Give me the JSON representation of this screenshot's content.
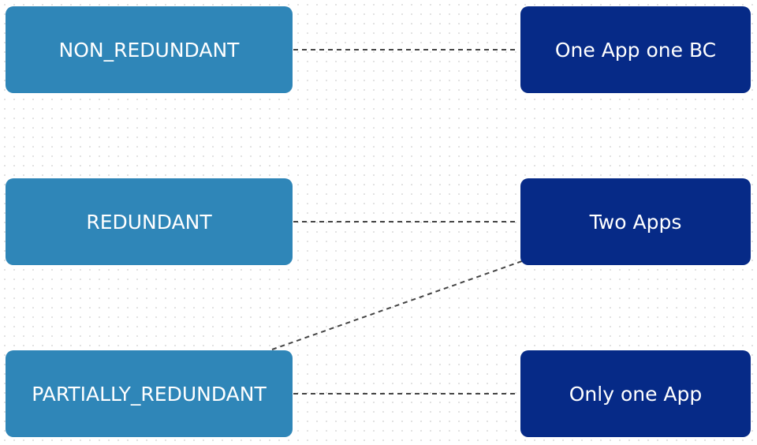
{
  "diagram": {
    "left_nodes": [
      {
        "label": "NON_REDUNDANT"
      },
      {
        "label": "REDUNDANT"
      },
      {
        "label": "PARTIALLY_REDUNDANT"
      }
    ],
    "right_nodes": [
      {
        "label": "One App one BC"
      },
      {
        "label": "Two Apps"
      },
      {
        "label": "Only one App"
      }
    ],
    "connections": [
      {
        "from": "NON_REDUNDANT",
        "to": "One App one BC",
        "style": "dashed"
      },
      {
        "from": "REDUNDANT",
        "to": "Two Apps",
        "style": "dashed"
      },
      {
        "from": "PARTIALLY_REDUNDANT",
        "to": "Two Apps",
        "style": "dashed"
      },
      {
        "from": "PARTIALLY_REDUNDANT",
        "to": "Only one App",
        "style": "dashed"
      }
    ],
    "colors": {
      "left_node": "#2f86b8",
      "right_node": "#062a87",
      "connector": "#444444",
      "text": "#ffffff"
    }
  }
}
